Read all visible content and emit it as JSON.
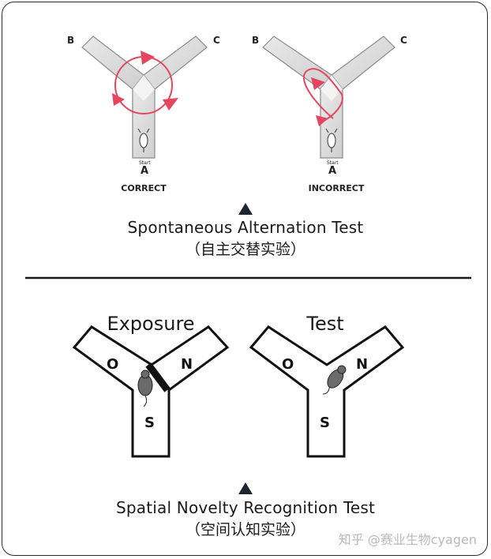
{
  "top_diagram": {
    "left_panel": {
      "arm_b": "B",
      "arm_c": "C",
      "start": "Start",
      "arm_a": "A",
      "label": "CORRECT"
    },
    "right_panel": {
      "arm_b": "B",
      "arm_c": "C",
      "start": "Start",
      "arm_a": "A",
      "label": "INCORRECT"
    }
  },
  "caption_top": {
    "title": "Spontaneous Alternation Test",
    "subtitle": "（自主交替实验）"
  },
  "bottom_diagram": {
    "left_panel": {
      "title": "Exposure",
      "arm_o": "O",
      "arm_n": "N",
      "arm_s": "S"
    },
    "right_panel": {
      "title": "Test",
      "arm_o": "O",
      "arm_n": "N",
      "arm_s": "S"
    }
  },
  "caption_bottom": {
    "title": "Spatial Novelty Recognition Test",
    "subtitle": "（空间认知实验）"
  },
  "watermark": "知乎 @赛业生物cyagen",
  "colors": {
    "arm_fill": "#dcdcdc",
    "arrow": "#e4455f",
    "text": "#1a1a1a",
    "triangle": "#1c2430"
  }
}
